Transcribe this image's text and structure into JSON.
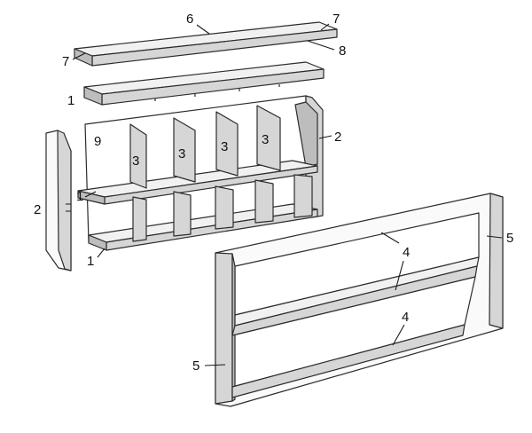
{
  "labels": {
    "p1a": "1",
    "p1b": "1",
    "p1c": "1",
    "p2a": "2",
    "p2b": "2",
    "p3a": "3",
    "p3b": "3",
    "p3c": "3",
    "p3d": "3",
    "p4a": "4",
    "p4b": "4",
    "p5a": "5",
    "p5b": "5",
    "p6": "6",
    "p7a": "7",
    "p7b": "7",
    "p8": "8",
    "p9": "9"
  }
}
